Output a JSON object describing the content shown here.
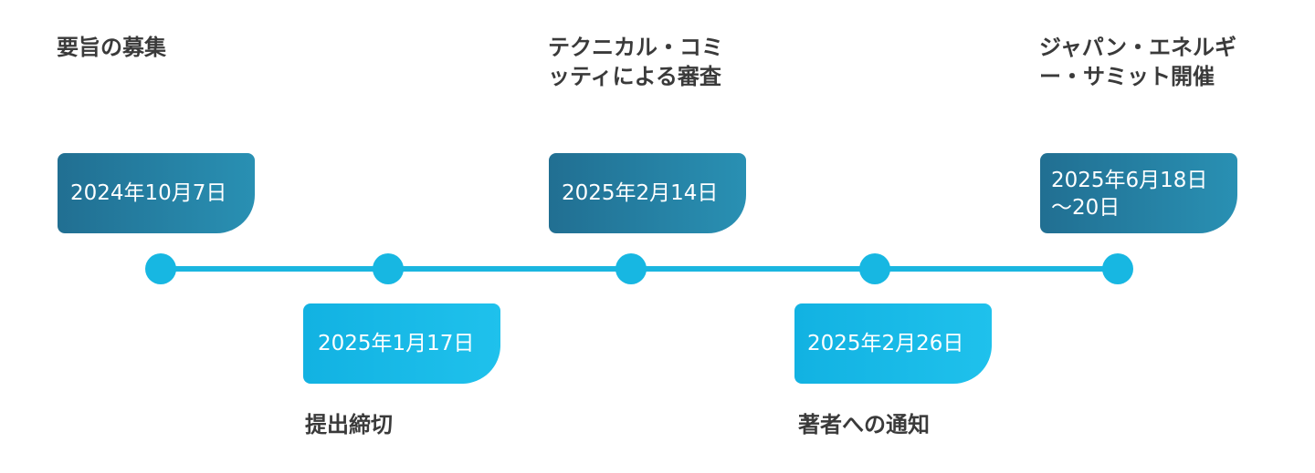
{
  "timeline": {
    "events": [
      {
        "label": "要旨の募集",
        "date": "2024年10月7日",
        "position": "top",
        "style": "dark"
      },
      {
        "label": "提出締切",
        "date": "2025年1月17日",
        "position": "bottom",
        "style": "light"
      },
      {
        "label": "テクニカル・コミ\nッティによる審査",
        "date": "2025年2月14日",
        "position": "top",
        "style": "dark"
      },
      {
        "label": "著者への通知",
        "date": "2025年2月26日",
        "position": "bottom",
        "style": "light"
      },
      {
        "label": "ジャパン・エネルギ\nー・サミット開催",
        "date": "2025年6月18日\n～20日",
        "position": "top",
        "style": "dark"
      }
    ]
  },
  "colors": {
    "line": "#1ab6e0",
    "dot": "#17b7e2",
    "dark_box": "#216f92",
    "light_box": "#12b2e2",
    "label_text": "#3a3a3a"
  }
}
